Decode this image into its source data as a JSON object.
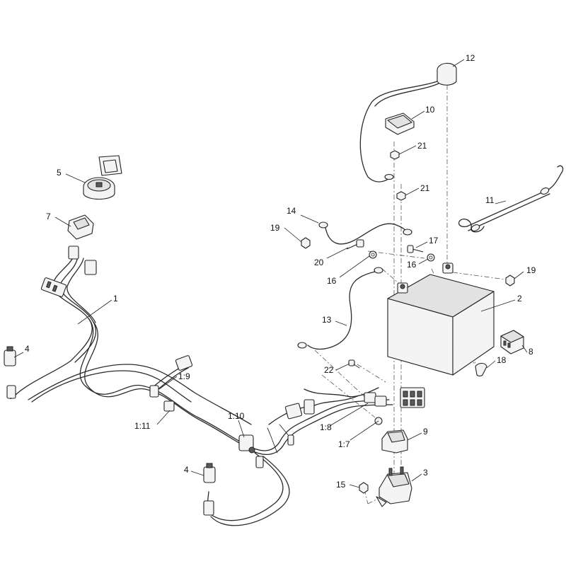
{
  "callouts": {
    "c1": "1",
    "c2": "2",
    "c3": "3",
    "c4a": "4",
    "c4b": "4",
    "c5": "5",
    "c7": "7",
    "c8": "8",
    "c9": "9",
    "c10": "10",
    "c11": "11",
    "c12": "12",
    "c13": "13",
    "c14": "14",
    "c15": "15",
    "c16a": "16",
    "c16b": "16",
    "c17": "17",
    "c18": "18",
    "c19a": "19",
    "c19b": "19",
    "c20": "20",
    "c21a": "21",
    "c21b": "21",
    "c22": "22",
    "c1_7": "1:7",
    "c1_8": "1:8",
    "c1_9": "1:9",
    "c1_10": "1:10",
    "c1_11": "1:11"
  }
}
